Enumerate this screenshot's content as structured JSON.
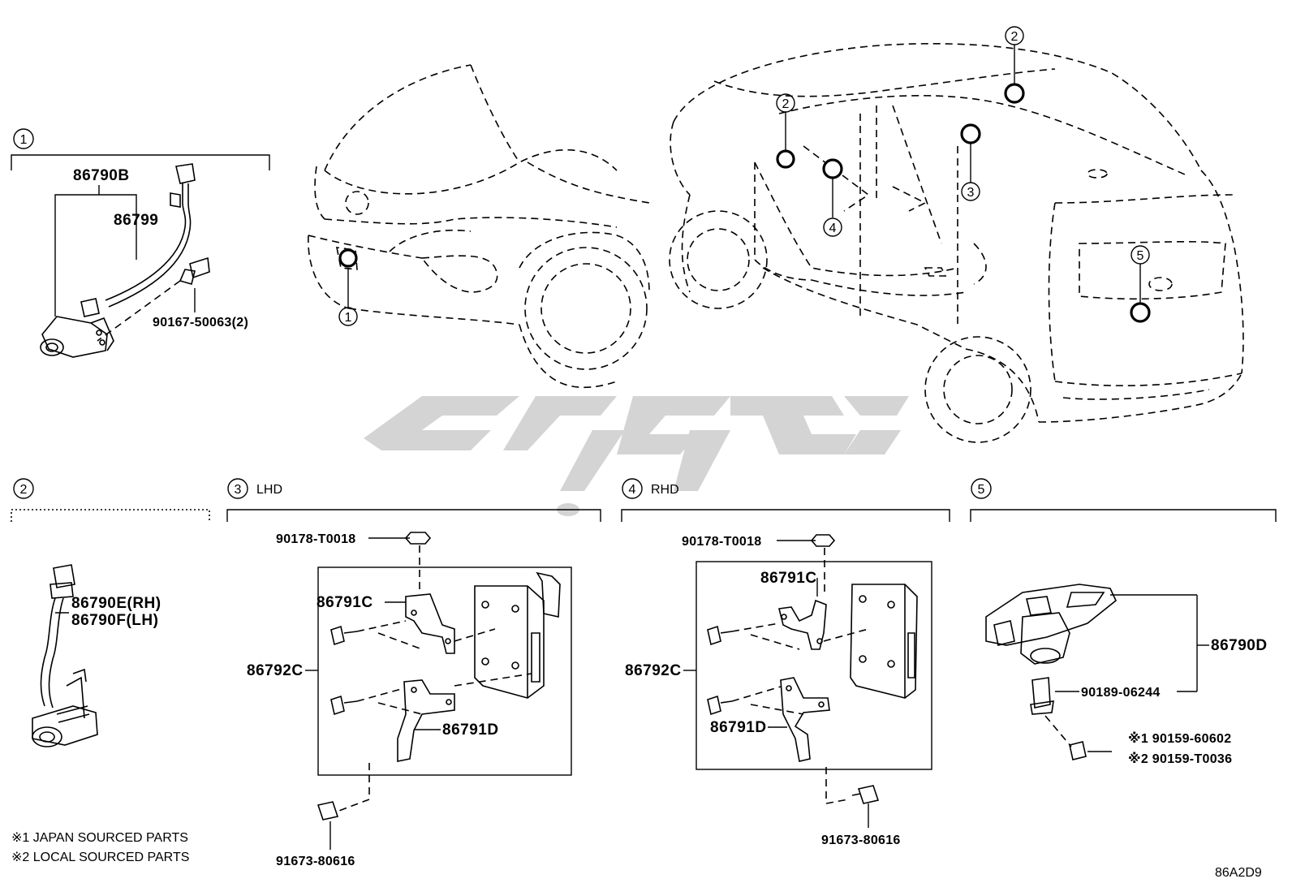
{
  "sections": [
    {
      "num": "1",
      "label": ""
    },
    {
      "num": "2",
      "label": ""
    },
    {
      "num": "3",
      "label": "LHD"
    },
    {
      "num": "4",
      "label": "RHD"
    },
    {
      "num": "5",
      "label": ""
    }
  ],
  "vehicle_markers": [
    "1",
    "2",
    "2",
    "3",
    "4",
    "5"
  ],
  "parts": {
    "s1": [
      "86790B",
      "86799",
      "90167-50063(2)"
    ],
    "s2": [
      "86790E(RH)",
      "86790F(LH)"
    ],
    "s3": [
      "90178-T0018",
      "86791C",
      "86792C",
      "86791D",
      "91673-80616"
    ],
    "s4": [
      "90178-T0018",
      "86791C",
      "86792C",
      "86791D",
      "91673-80616"
    ],
    "s5": [
      "86790D",
      "90189-06244",
      "※1  90159-60602",
      "※2  90159-T0036"
    ]
  },
  "notes": [
    "※1 JAPAN SOURCED PARTS",
    "※2 LOCAL SOURCED PARTS"
  ],
  "diagram_code": "86A2D9"
}
